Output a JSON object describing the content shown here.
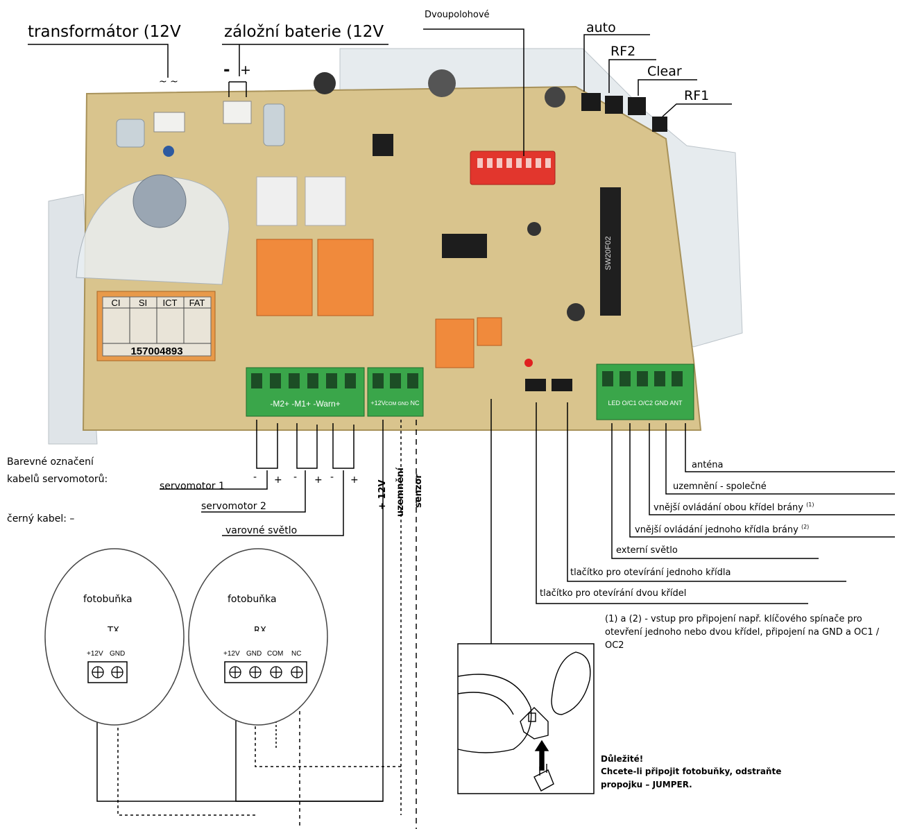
{
  "top_labels": {
    "transformer": "transformátor (12V",
    "tilde": "~ ~",
    "battery": "záložní baterie (12V",
    "minus": "-",
    "plus": "+",
    "dip": "Dvoupolohové",
    "auto": "auto",
    "rf2": "RF2",
    "clear": "Clear",
    "rf1": "RF1"
  },
  "board": {
    "cert_headers": [
      "CI",
      "SI",
      "ICT",
      "FAT"
    ],
    "serial": "157004893",
    "chip": "SW20F02",
    "motor_terminal": "-M2+  -M1+  -Warn+",
    "power_terminal_12v": "+12V",
    "power_terminal_com": "COM GND",
    "power_terminal_nc": "NC",
    "right_terminal": "LED O/C1 O/C2 GND ANT"
  },
  "legend": {
    "line1": "Barevné označení",
    "line2": "kabelů servomotorů:",
    "black": "černý kabel: –"
  },
  "motor_labels": {
    "servo1": "servomotor 1",
    "servo2": "servomotor 2",
    "warn": "varovné světlo",
    "pm": [
      "-",
      "+",
      "-",
      "+",
      "-",
      "+"
    ]
  },
  "vertical_labels": {
    "v12": "+ 12V",
    "ground": "uzemnění",
    "sensor": "senzor"
  },
  "right_labels": {
    "antenna": "anténa",
    "ground_common": "uzemnění - společné",
    "ext_both": "vnější ovládání obou křídel brány",
    "ext_both_sup": "(1)",
    "ext_one": "vnější ovládání jednoho křídla brány",
    "ext_one_sup": "(2)",
    "ext_light": "externí světlo",
    "btn_one": "tlačítko pro otevírání jednoho křídla",
    "btn_two": "tlačítko pro otevírání dvou křídel"
  },
  "footnote": "(1) a (2) - vstup pro připojení např. klíčového spínače pro otevření jednoho nebo dvou křídel, připojení na GND a OC1 / OC2",
  "photocells": {
    "tx": {
      "title": "fotobuňka",
      "sub": "TX",
      "pins": [
        "+12V",
        "GND"
      ]
    },
    "rx": {
      "title": "fotobuňka",
      "sub": "RX",
      "pins": [
        "+12V",
        "GND",
        "COM",
        "NC"
      ]
    }
  },
  "important": {
    "title": "Důležité!",
    "body": "Chcete-li připojit fotobuňky, odstraňte propojku – JUMPER."
  },
  "colors": {
    "pcb": "#d9c48d",
    "terminal": "#3aa64a",
    "relay": "#f08a3c",
    "dip": "#e2362d",
    "case": "#e6ebee"
  }
}
